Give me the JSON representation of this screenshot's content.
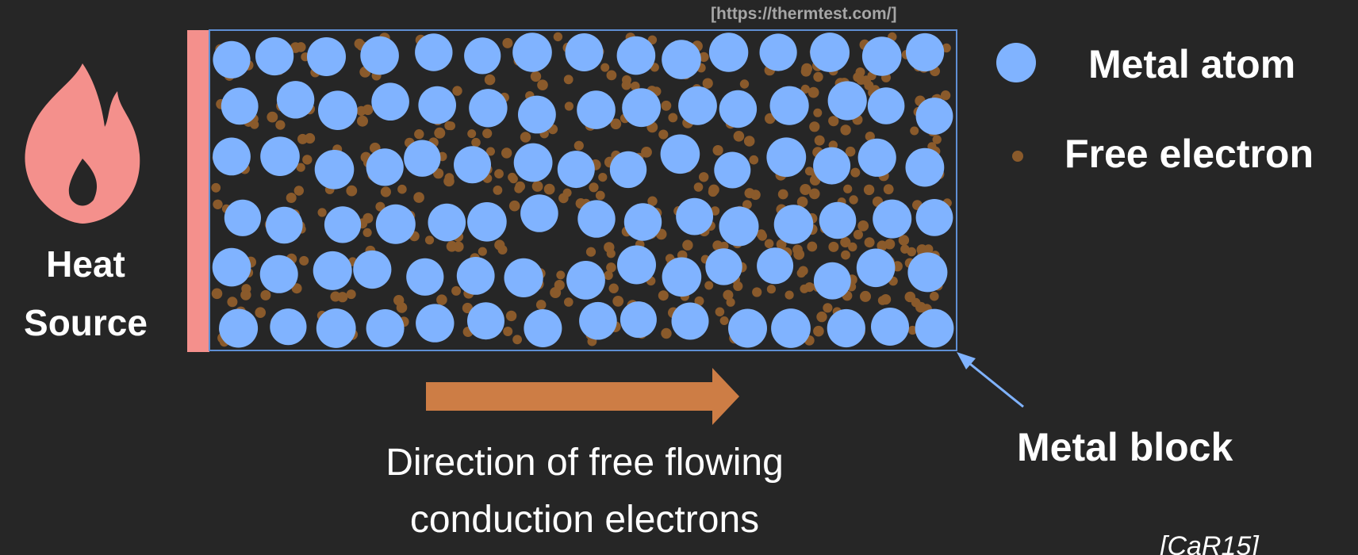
{
  "source_url": "[https://thermtest.com/]",
  "heat_source": {
    "line1": "Heat",
    "line2": "Source",
    "icon": "flame-icon"
  },
  "legend": {
    "atom_label": "Metal atom",
    "electron_label": "Free electron"
  },
  "metal_block_label": "Metal block",
  "direction_caption": {
    "line1": "Direction of free flowing",
    "line2": "conduction electrons"
  },
  "citation": "[CaR15]",
  "colors": {
    "background": "#262626",
    "atom": "#80b3ff",
    "electron": "#8a5a2b",
    "arrow": "#cd7d45",
    "heat": "#f4908c",
    "block_border": "#5f8fd4",
    "text": "#ffffff",
    "url_text": "#a6a6a6"
  }
}
